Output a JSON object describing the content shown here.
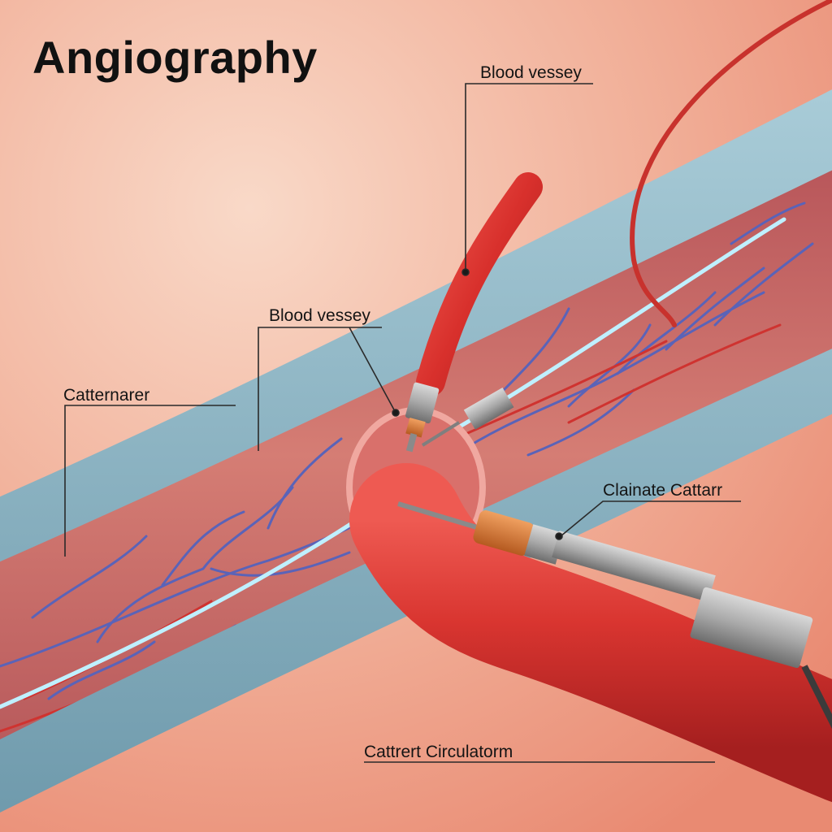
{
  "title": "Angiography",
  "labels": {
    "top_blood_vessel": "Blood vessey",
    "mid_blood_vessel": "Blood vessey",
    "left_catheter": "Catternarer",
    "right_catheter": "Clainate Cattarr",
    "bottom_circulation": "Cattrert Circulatorm"
  },
  "colors": {
    "background": "#f0ab95",
    "vessel_wall": "#8fb7c6",
    "vessel_interior": "#c8706c",
    "veins": "#5a63b8",
    "arteries": "#d8342f",
    "guidewire": "#bff0ff",
    "catheter_metal": "#a7a7a7",
    "catheter_tip": "#d3772f"
  }
}
